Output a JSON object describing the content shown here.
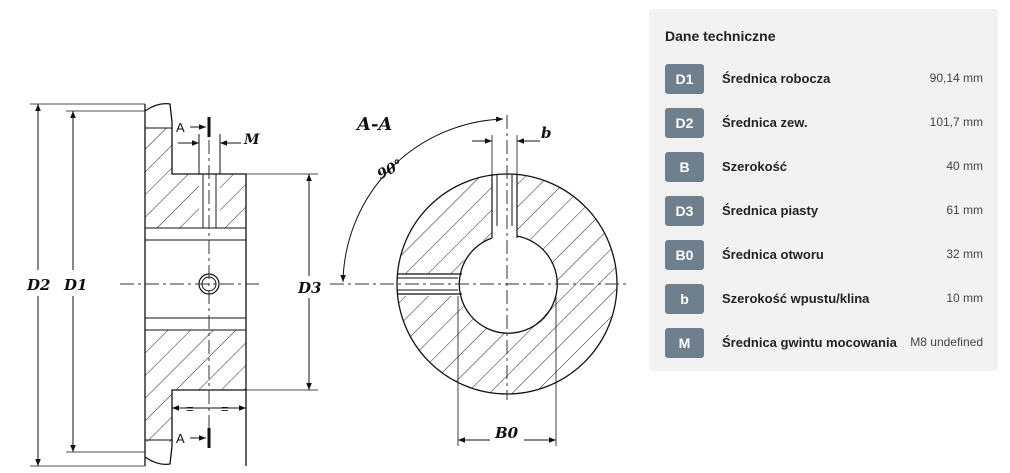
{
  "drawing": {
    "labels": {
      "D2": "D2",
      "D1": "D1",
      "D3": "D3",
      "M": "M",
      "section_top": "A",
      "section_bottom": "A",
      "eq1": "=",
      "eq2": "=",
      "section_title": "A-A",
      "angle": "90°",
      "b": "b",
      "B0": "B0"
    }
  },
  "panel": {
    "title": "Dane techniczne",
    "rows": [
      {
        "code": "D1",
        "name": "Średnica robocza",
        "value": "90,14 mm"
      },
      {
        "code": "D2",
        "name": "Średnica zew.",
        "value": "101,7 mm"
      },
      {
        "code": "B",
        "name": "Szerokość",
        "value": "40 mm"
      },
      {
        "code": "D3",
        "name": "Średnica piasty",
        "value": "61 mm"
      },
      {
        "code": "B0",
        "name": "Średnica otworu",
        "value": "32 mm"
      },
      {
        "code": "b",
        "name": "Szerokość wpustu/klina",
        "value": "10 mm"
      },
      {
        "code": "M",
        "name": "Średnica gwintu mocowania",
        "value": "M8 undefined"
      }
    ]
  },
  "colors": {
    "badge": "#6f7f8d",
    "panel_bg": "#f2f2f2"
  }
}
